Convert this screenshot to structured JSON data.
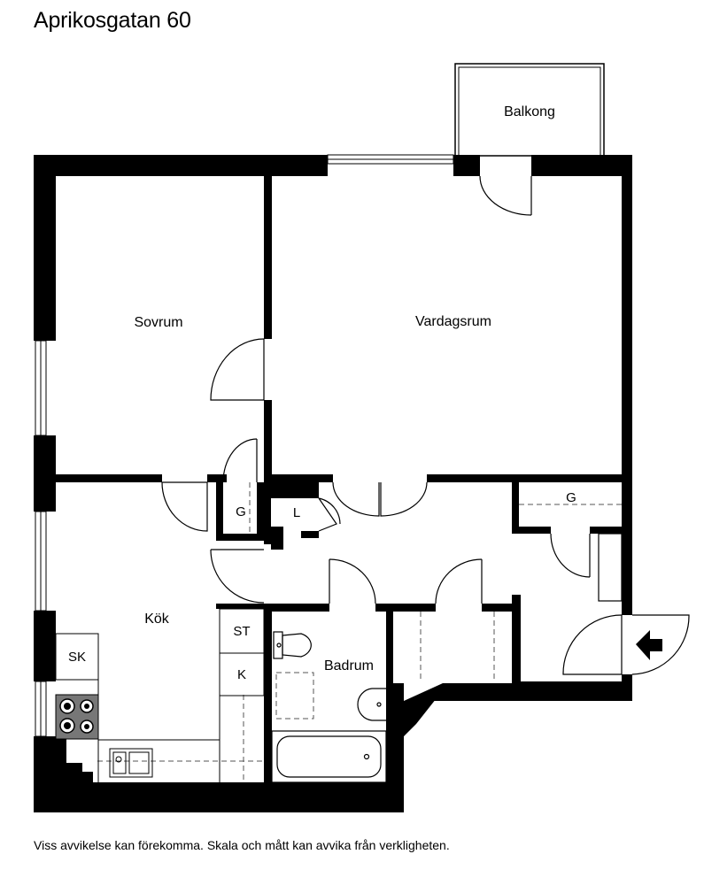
{
  "title": "Aprikosgatan 60",
  "disclaimer": "Viss avvikelse kan förekomma. Skala och mått kan avvika från verkligheten.",
  "rooms": {
    "balkong": "Balkong",
    "sovrum": "Sovrum",
    "vardagsrum": "Vardagsrum",
    "kok": "Kök",
    "badrum": "Badrum"
  },
  "fixtures": {
    "garderob_1": "G",
    "garderob_2": "G",
    "linneskap": "L",
    "stadskap": "ST",
    "kyl": "K",
    "skafferi": "SK"
  },
  "icons": {
    "entrance": "entrance-arrow-icon"
  },
  "colors": {
    "wall": "#000000",
    "background": "#ffffff",
    "dashed": "#555555"
  }
}
